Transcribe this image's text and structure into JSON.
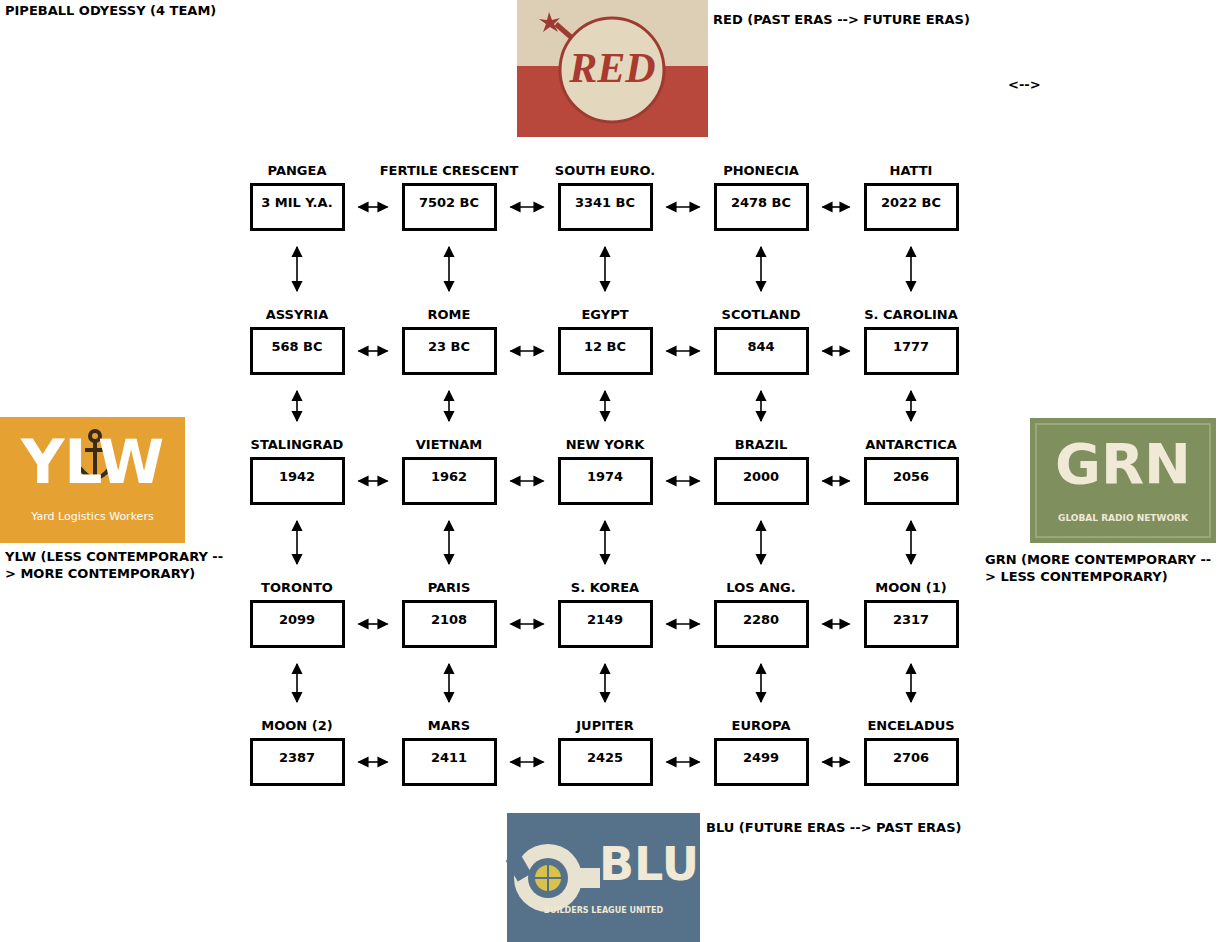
{
  "diagram": {
    "title": "PIPEBALL ODYESSY (4 TEAM)",
    "nodes": [
      {
        "text": [
          "RED"
        ]
      },
      {
        "text": [
          "PANGEA",
          "3 MIL Y.A."
        ]
      },
      {
        "text": [
          "FERTILE CRESCENT",
          "7502 BC"
        ]
      },
      {
        "text": [
          "SOUTH EURO.",
          "3341 BC"
        ]
      },
      {
        "text": [
          "PHONECIA",
          "2478 BC"
        ]
      },
      {
        "text": [
          "HATTI",
          "2022 BC"
        ]
      },
      {
        "text": [
          "ASSYRIA",
          "568 BC"
        ]
      },
      {
        "text": [
          "ROME",
          "23 BC"
        ]
      },
      {
        "text": [
          "EGYPT",
          "12 BC"
        ]
      },
      {
        "text": [
          "SCOTLAND",
          "844"
        ]
      },
      {
        "text": [
          "S. CAROLINA",
          "1777"
        ]
      },
      {
        "text": [
          "STALINGRAD",
          "1942"
        ]
      },
      {
        "text": [
          "VIETNAM",
          "1962"
        ]
      },
      {
        "text": [
          "NEW YORK",
          "1974"
        ]
      },
      {
        "text": [
          "BRAZIL",
          "2000"
        ]
      },
      {
        "text": [
          "ANTARCTICA",
          "2056"
        ]
      },
      {
        "text": [
          "TORONTO",
          "2099"
        ]
      },
      {
        "text": [
          "PARIS",
          "2108"
        ]
      },
      {
        "text": [
          "S. KOREA",
          "2149"
        ]
      },
      {
        "text": [
          "LOS ANG.",
          "2280"
        ]
      },
      {
        "text": [
          "MOON (1)",
          "2317"
        ]
      },
      {
        "text": [
          "MOON (2)",
          "2387"
        ]
      },
      {
        "text": [
          "MARS",
          "2411"
        ]
      },
      {
        "text": [
          "JUPITER",
          "2425"
        ]
      },
      {
        "text": [
          "EUROPA",
          "2499"
        ]
      },
      {
        "text": [
          "ENCELADUS",
          "2706"
        ]
      },
      {
        "text": [
          "YLW",
          "Yard Logistics Workers"
        ]
      },
      {
        "text": [
          "GRN",
          "GLOBAL RADIO NETWORK"
        ]
      },
      {
        "text": [
          "BLU",
          "BUILDERS LEAGUE UNITED"
        ]
      }
    ],
    "edges": [
      {
        "from": 1,
        "to": 2,
        "arrow": "both"
      },
      {
        "from": 2,
        "to": 3,
        "arrow": "both"
      },
      {
        "from": 3,
        "to": 4,
        "arrow": "both"
      },
      {
        "from": 4,
        "to": 5,
        "arrow": "both"
      },
      {
        "from": 6,
        "to": 7,
        "arrow": "both"
      },
      {
        "from": 7,
        "to": 8,
        "arrow": "both"
      },
      {
        "from": 8,
        "to": 9,
        "arrow": "both"
      },
      {
        "from": 9,
        "to": 10,
        "arrow": "both"
      },
      {
        "from": 11,
        "to": 12,
        "arrow": "both"
      },
      {
        "from": 12,
        "to": 13,
        "arrow": "both"
      },
      {
        "from": 13,
        "to": 14,
        "arrow": "both"
      },
      {
        "from": 14,
        "to": 15,
        "arrow": "both"
      },
      {
        "from": 16,
        "to": 17,
        "arrow": "both"
      },
      {
        "from": 17,
        "to": 18,
        "arrow": "both"
      },
      {
        "from": 18,
        "to": 19,
        "arrow": "both"
      },
      {
        "from": 19,
        "to": 20,
        "arrow": "both"
      },
      {
        "from": 21,
        "to": 22,
        "arrow": "both"
      },
      {
        "from": 22,
        "to": 23,
        "arrow": "both"
      },
      {
        "from": 23,
        "to": 24,
        "arrow": "both"
      },
      {
        "from": 24,
        "to": 25,
        "arrow": "both"
      },
      {
        "from": 1,
        "to": 6,
        "arrow": "both"
      },
      {
        "from": 2,
        "to": 7,
        "arrow": "both"
      },
      {
        "from": 3,
        "to": 8,
        "arrow": "both"
      },
      {
        "from": 4,
        "to": 9,
        "arrow": "both"
      },
      {
        "from": 5,
        "to": 10,
        "arrow": "both"
      },
      {
        "from": 6,
        "to": 11,
        "arrow": "both"
      },
      {
        "from": 7,
        "to": 12,
        "arrow": "both"
      },
      {
        "from": 8,
        "to": 13,
        "arrow": "both"
      },
      {
        "from": 9,
        "to": 14,
        "arrow": "both"
      },
      {
        "from": 10,
        "to": 15,
        "arrow": "both"
      },
      {
        "from": 11,
        "to": 16,
        "arrow": "both"
      },
      {
        "from": 12,
        "to": 17,
        "arrow": "both"
      },
      {
        "from": 13,
        "to": 18,
        "arrow": "both"
      },
      {
        "from": 14,
        "to": 19,
        "arrow": "both"
      },
      {
        "from": 15,
        "to": 20,
        "arrow": "both"
      },
      {
        "from": 16,
        "to": 21,
        "arrow": "both"
      },
      {
        "from": 17,
        "to": 22,
        "arrow": "both"
      },
      {
        "from": 18,
        "to": 23,
        "arrow": "both"
      },
      {
        "from": 19,
        "to": 24,
        "arrow": "both"
      },
      {
        "from": 20,
        "to": 25,
        "arrow": "both"
      }
    ],
    "labels": [
      "RED (PAST ERAS --> FUTURE ERAS)",
      "<-->",
      "YLW (LESS CONTEMPORARY --> MORE CONTEMPORARY)",
      "GRN (MORE CONTEMPORARY --> LESS CONTEMPORARY)",
      "BLU (FUTURE ERAS --> PAST ERAS)"
    ]
  }
}
